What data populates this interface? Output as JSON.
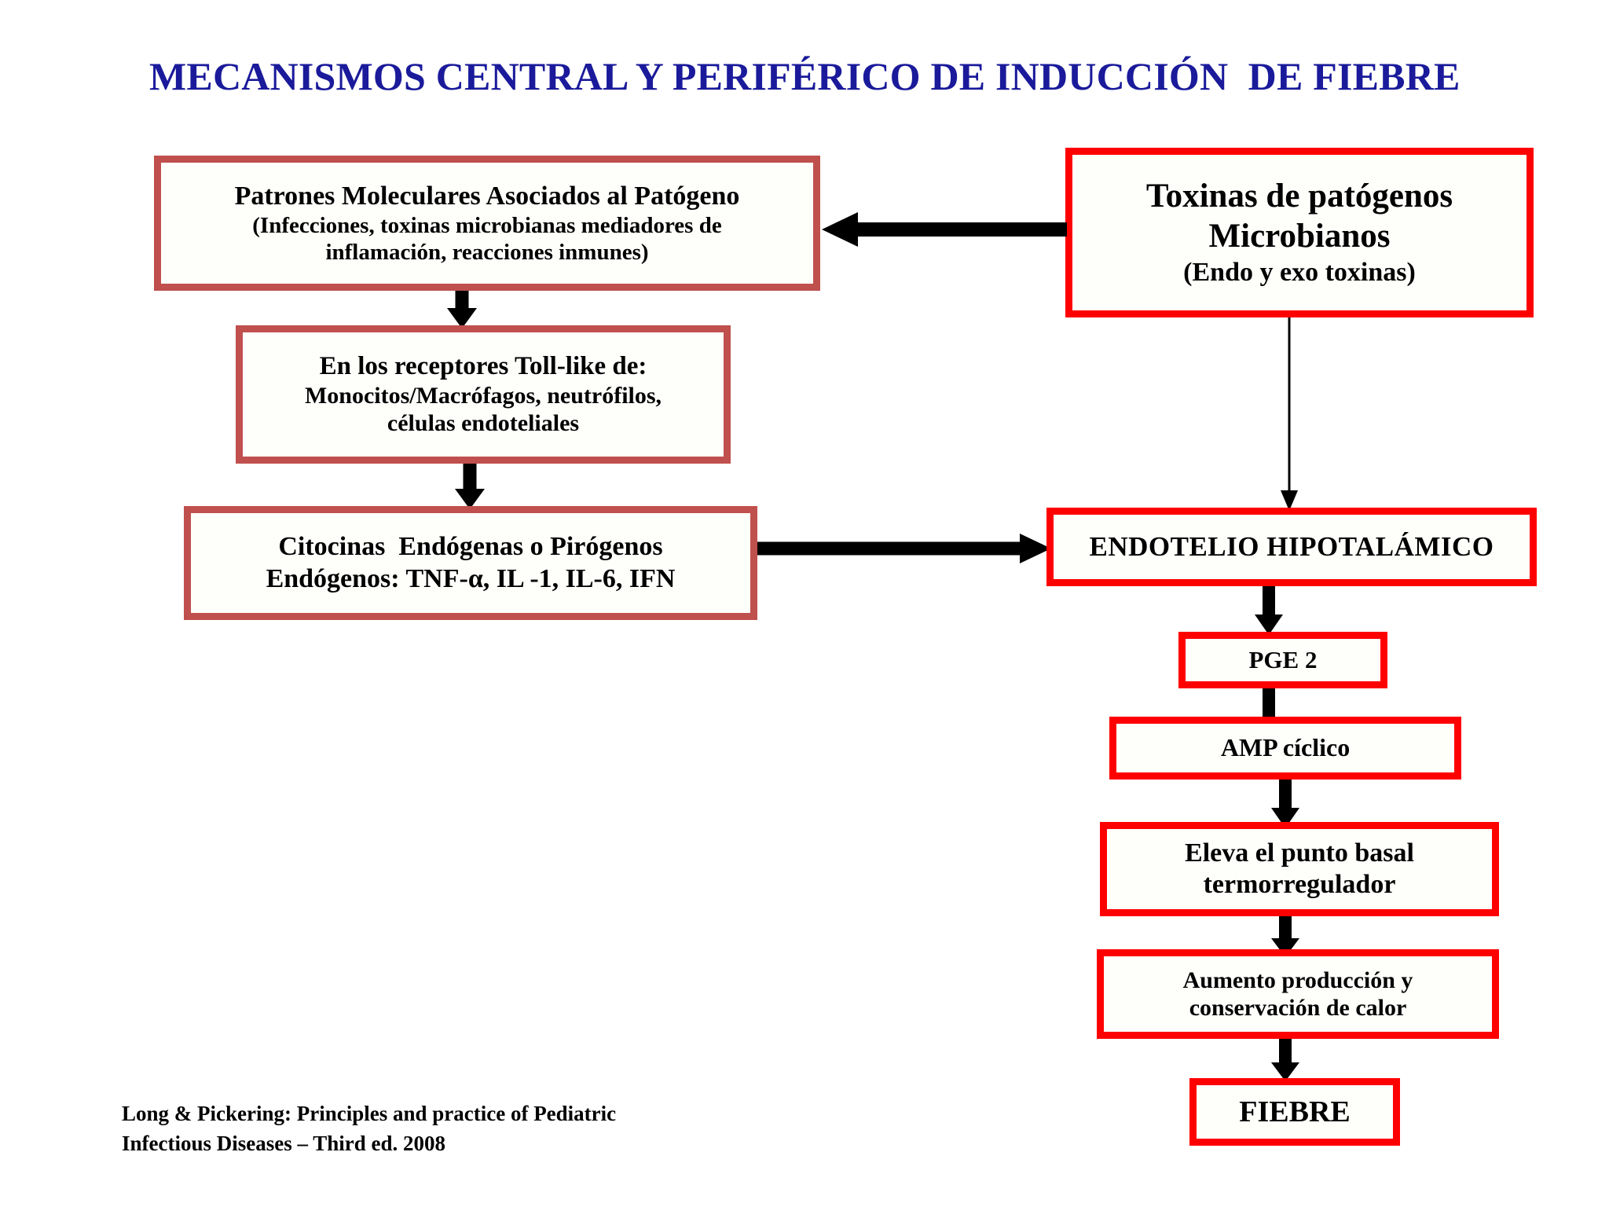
{
  "slide": {
    "title": "MECANISMOS CENTRAL Y PERIFÉRICO DE INDUCCIÓN  DE FIEBRE",
    "title_color": "#1A1A9B",
    "background": "#FFFFFF"
  },
  "colors": {
    "border_muted_red": "#C0504D",
    "border_bright_red": "#FF0000",
    "arrow_black": "#000000",
    "text_black": "#000000"
  },
  "boxes": {
    "pamps": {
      "name": "Patrones Moleculares Asociados al Patógeno",
      "lines": [
        "Patrones Moleculares Asociados al Patógeno",
        "(Infecciones, toxinas microbianas mediadores de",
        "inflamación, reacciones inmunes)"
      ],
      "border_color": "#C0504D"
    },
    "toll_like": {
      "name": "En los receptores Toll-like",
      "lines": [
        "En los receptores Toll-like de:",
        "Monocitos/Macrófagos, neutrófilos,",
        "células endoteliales"
      ],
      "border_color": "#C0504D"
    },
    "citocinas": {
      "name": "Citocinas Endógenas o Pirógenos Endógenos",
      "lines": [
        "Citocinas  Endógenas o Pirógenos",
        "Endógenos: TNF-α, IL -1, IL-6, IFN"
      ],
      "border_color": "#C0504D"
    },
    "toxinas": {
      "name": "Toxinas de patógenos Microbianos",
      "lines": [
        "Toxinas de patógenos",
        "Microbianos",
        "(Endo y exo toxinas)"
      ],
      "border_color": "#FF0000"
    },
    "endotelio": {
      "name": "Endotelio hipotalámico",
      "lines": [
        "ENDOTELIO HIPOTALÁMICO"
      ],
      "border_color": "#FF0000"
    },
    "pge2": {
      "name": "PGE 2",
      "lines": [
        "PGE 2"
      ],
      "border_color": "#FF0000"
    },
    "amp": {
      "name": "AMP cíclico",
      "lines": [
        "AMP cíclico"
      ],
      "border_color": "#FF0000"
    },
    "punto_basal": {
      "name": "Eleva el punto basal termorregulador",
      "lines": [
        "Eleva el punto basal",
        "termorregulador"
      ],
      "border_color": "#FF0000"
    },
    "produccion": {
      "name": "Aumento producción y conservación de calor",
      "lines": [
        "Aumento producción y",
        "conservación de calor"
      ],
      "border_color": "#FF0000"
    },
    "fiebre": {
      "name": "Fiebre",
      "lines": [
        "FIEBRE"
      ],
      "border_color": "#FF0000"
    }
  },
  "arrows": [
    {
      "id": "toxinas-to-pamps",
      "from": "toxinas",
      "to": "pamps",
      "direction": "left",
      "style": "block"
    },
    {
      "id": "pamps-to-toll",
      "from": "pamps",
      "to": "toll_like",
      "direction": "down",
      "style": "block"
    },
    {
      "id": "toll-to-citocinas",
      "from": "toll_like",
      "to": "citocinas",
      "direction": "down",
      "style": "block"
    },
    {
      "id": "citocinas-to-endotelio",
      "from": "citocinas",
      "to": "endotelio",
      "direction": "right",
      "style": "block"
    },
    {
      "id": "toxinas-to-endotelio",
      "from": "toxinas",
      "to": "endotelio",
      "direction": "down",
      "style": "thin-line"
    },
    {
      "id": "endotelio-to-pge2",
      "from": "endotelio",
      "to": "pge2",
      "direction": "down",
      "style": "block"
    },
    {
      "id": "pge2-to-amp",
      "from": "pge2",
      "to": "amp",
      "direction": "down",
      "style": "block"
    },
    {
      "id": "amp-to-punto-basal",
      "from": "amp",
      "to": "punto_basal",
      "direction": "down",
      "style": "block"
    },
    {
      "id": "punto-basal-to-produccion",
      "from": "punto_basal",
      "to": "produccion",
      "direction": "down",
      "style": "block"
    },
    {
      "id": "produccion-to-fiebre",
      "from": "produccion",
      "to": "fiebre",
      "direction": "down",
      "style": "block"
    }
  ],
  "citation": {
    "line1": "Long & Pickering: Principles and practice of Pediatric",
    "line2": "Infectious Diseases – Third ed. 2008"
  }
}
